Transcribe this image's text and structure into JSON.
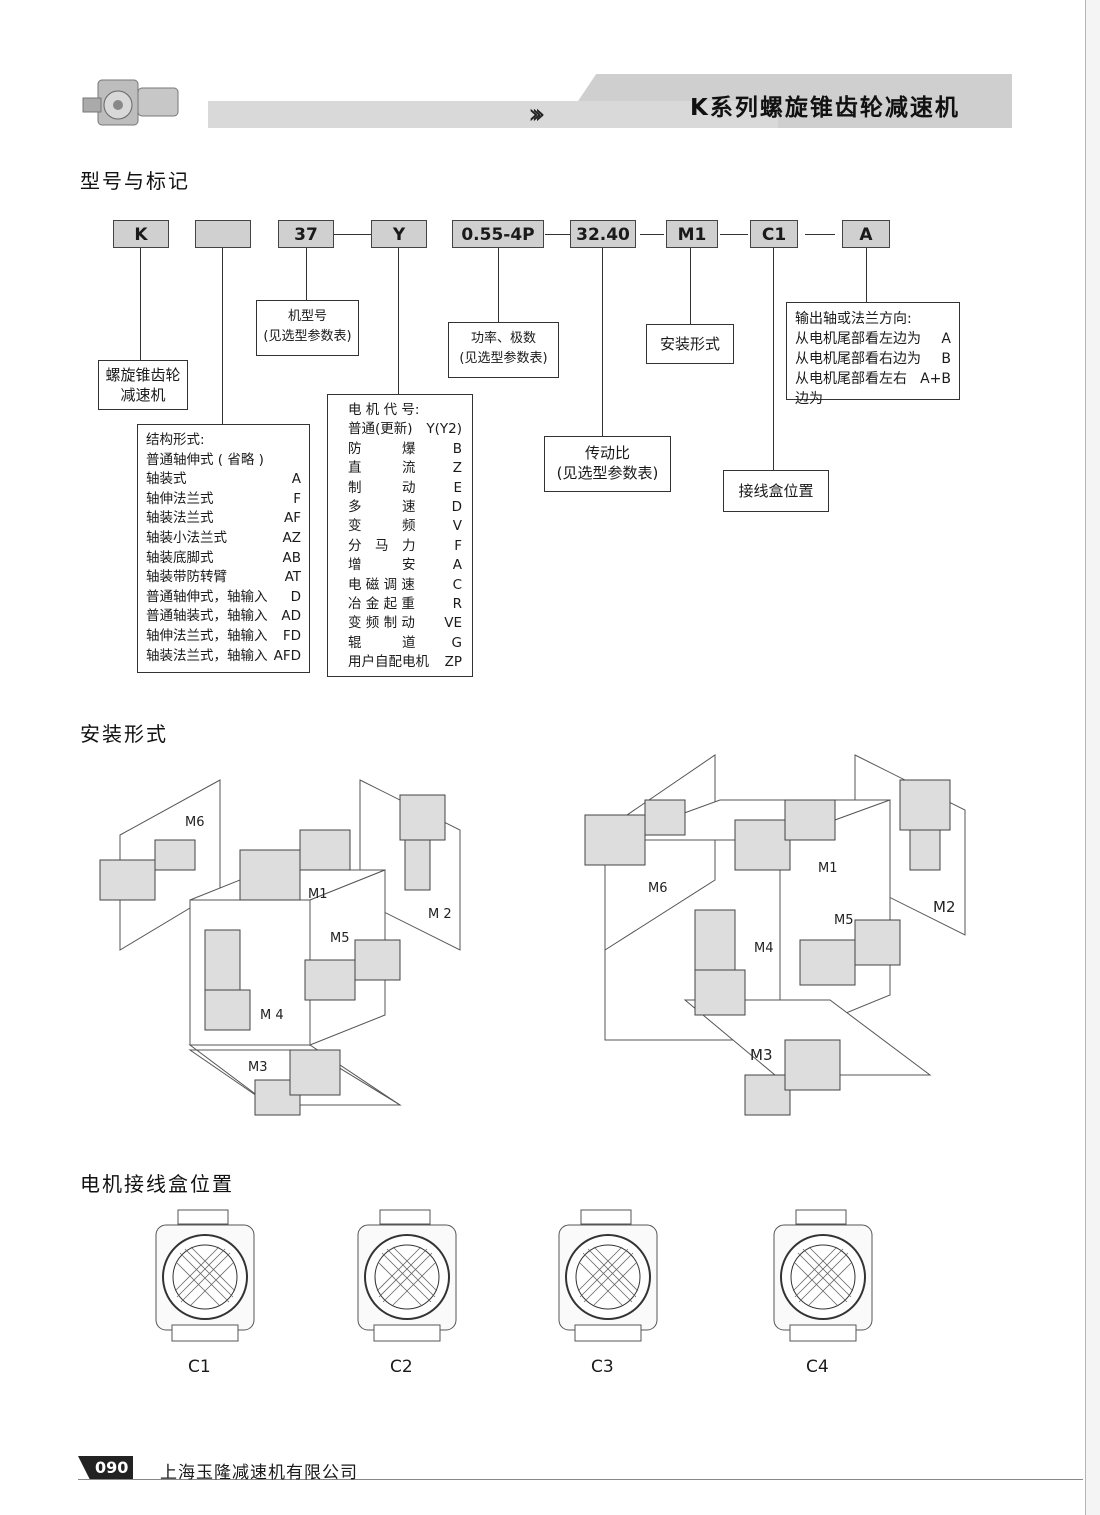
{
  "header": {
    "title": "K系列螺旋锥齿轮减速机"
  },
  "sections": {
    "model": "型号与标记",
    "mounting": "安装形式",
    "terminal": "电机接线盒位置"
  },
  "codes": {
    "k": "K",
    "blank": "",
    "size": "37",
    "motor": "Y",
    "power": "0.55-4P",
    "ratio": "32.40",
    "mount": "M1",
    "terminal": "C1",
    "output": "A"
  },
  "labels": {
    "reducer": [
      "螺旋锥齿轮",
      "减速机"
    ],
    "size": [
      "机型号",
      "(见选型参数表)"
    ],
    "power": [
      "功率、极数",
      "(见选型参数表)"
    ],
    "mount": "安装形式",
    "ratio": [
      "传动比",
      "(见选型参数表)"
    ],
    "terminal": "接线盒位置"
  },
  "output_box": {
    "title": "输出轴或法兰方向:",
    "rows": [
      {
        "label": "从电机尾部看左边为",
        "code": "A"
      },
      {
        "label": "从电机尾部看右边为",
        "code": "B"
      },
      {
        "label": "从电机尾部看左右边为",
        "code": "A+B"
      }
    ]
  },
  "structure": {
    "title": "结构形式:",
    "rows": [
      {
        "label": "普通轴伸式 ( 省略 )",
        "code": ""
      },
      {
        "label": "轴装式",
        "code": "A"
      },
      {
        "label": "轴伸法兰式",
        "code": "F"
      },
      {
        "label": "轴装法兰式",
        "code": "AF"
      },
      {
        "label": "轴装小法兰式",
        "code": "AZ"
      },
      {
        "label": "轴装底脚式",
        "code": "AB"
      },
      {
        "label": "轴装带防转臂",
        "code": "AT"
      },
      {
        "label": "普通轴伸式，轴输入",
        "code": "D"
      },
      {
        "label": "普通轴装式，轴输入",
        "code": "AD"
      },
      {
        "label": "轴伸法兰式，轴输入",
        "code": "FD"
      },
      {
        "label": "轴装法兰式，轴输入",
        "code": "AFD"
      }
    ]
  },
  "motor": {
    "title": "电 机 代 号:",
    "rows": [
      {
        "label": "普通(更新)",
        "code": "Y(Y2)"
      },
      {
        "label": "防　　　爆",
        "code": "B"
      },
      {
        "label": "直　　　流",
        "code": "Z"
      },
      {
        "label": "制　　　动",
        "code": "E"
      },
      {
        "label": "多　　　速",
        "code": "D"
      },
      {
        "label": "变　　　频",
        "code": "V"
      },
      {
        "label": "分　马　力",
        "code": "F"
      },
      {
        "label": "增　　　安",
        "code": "A"
      },
      {
        "label": "电 磁 调 速",
        "code": "C"
      },
      {
        "label": "冶 金 起 重",
        "code": "R"
      },
      {
        "label": "变 频 制 动",
        "code": "VE"
      },
      {
        "label": "辊　　　道",
        "code": "G"
      },
      {
        "label": "用户自配电机",
        "code": "ZP"
      }
    ]
  },
  "mount_labels_left": {
    "m1": "M1",
    "m2": "M 2",
    "m3": "M3",
    "m4": "M 4",
    "m5": "M5",
    "m6": "M6"
  },
  "mount_labels_right": {
    "m1": "M1",
    "m2": "M2",
    "m3": "M3",
    "m4": "M4",
    "m5": "M5",
    "m6": "M6"
  },
  "terminal_positions": [
    "C1",
    "C2",
    "C3",
    "C4"
  ],
  "footer": {
    "page": "090",
    "company": "上海玉隆减速机有限公司"
  }
}
